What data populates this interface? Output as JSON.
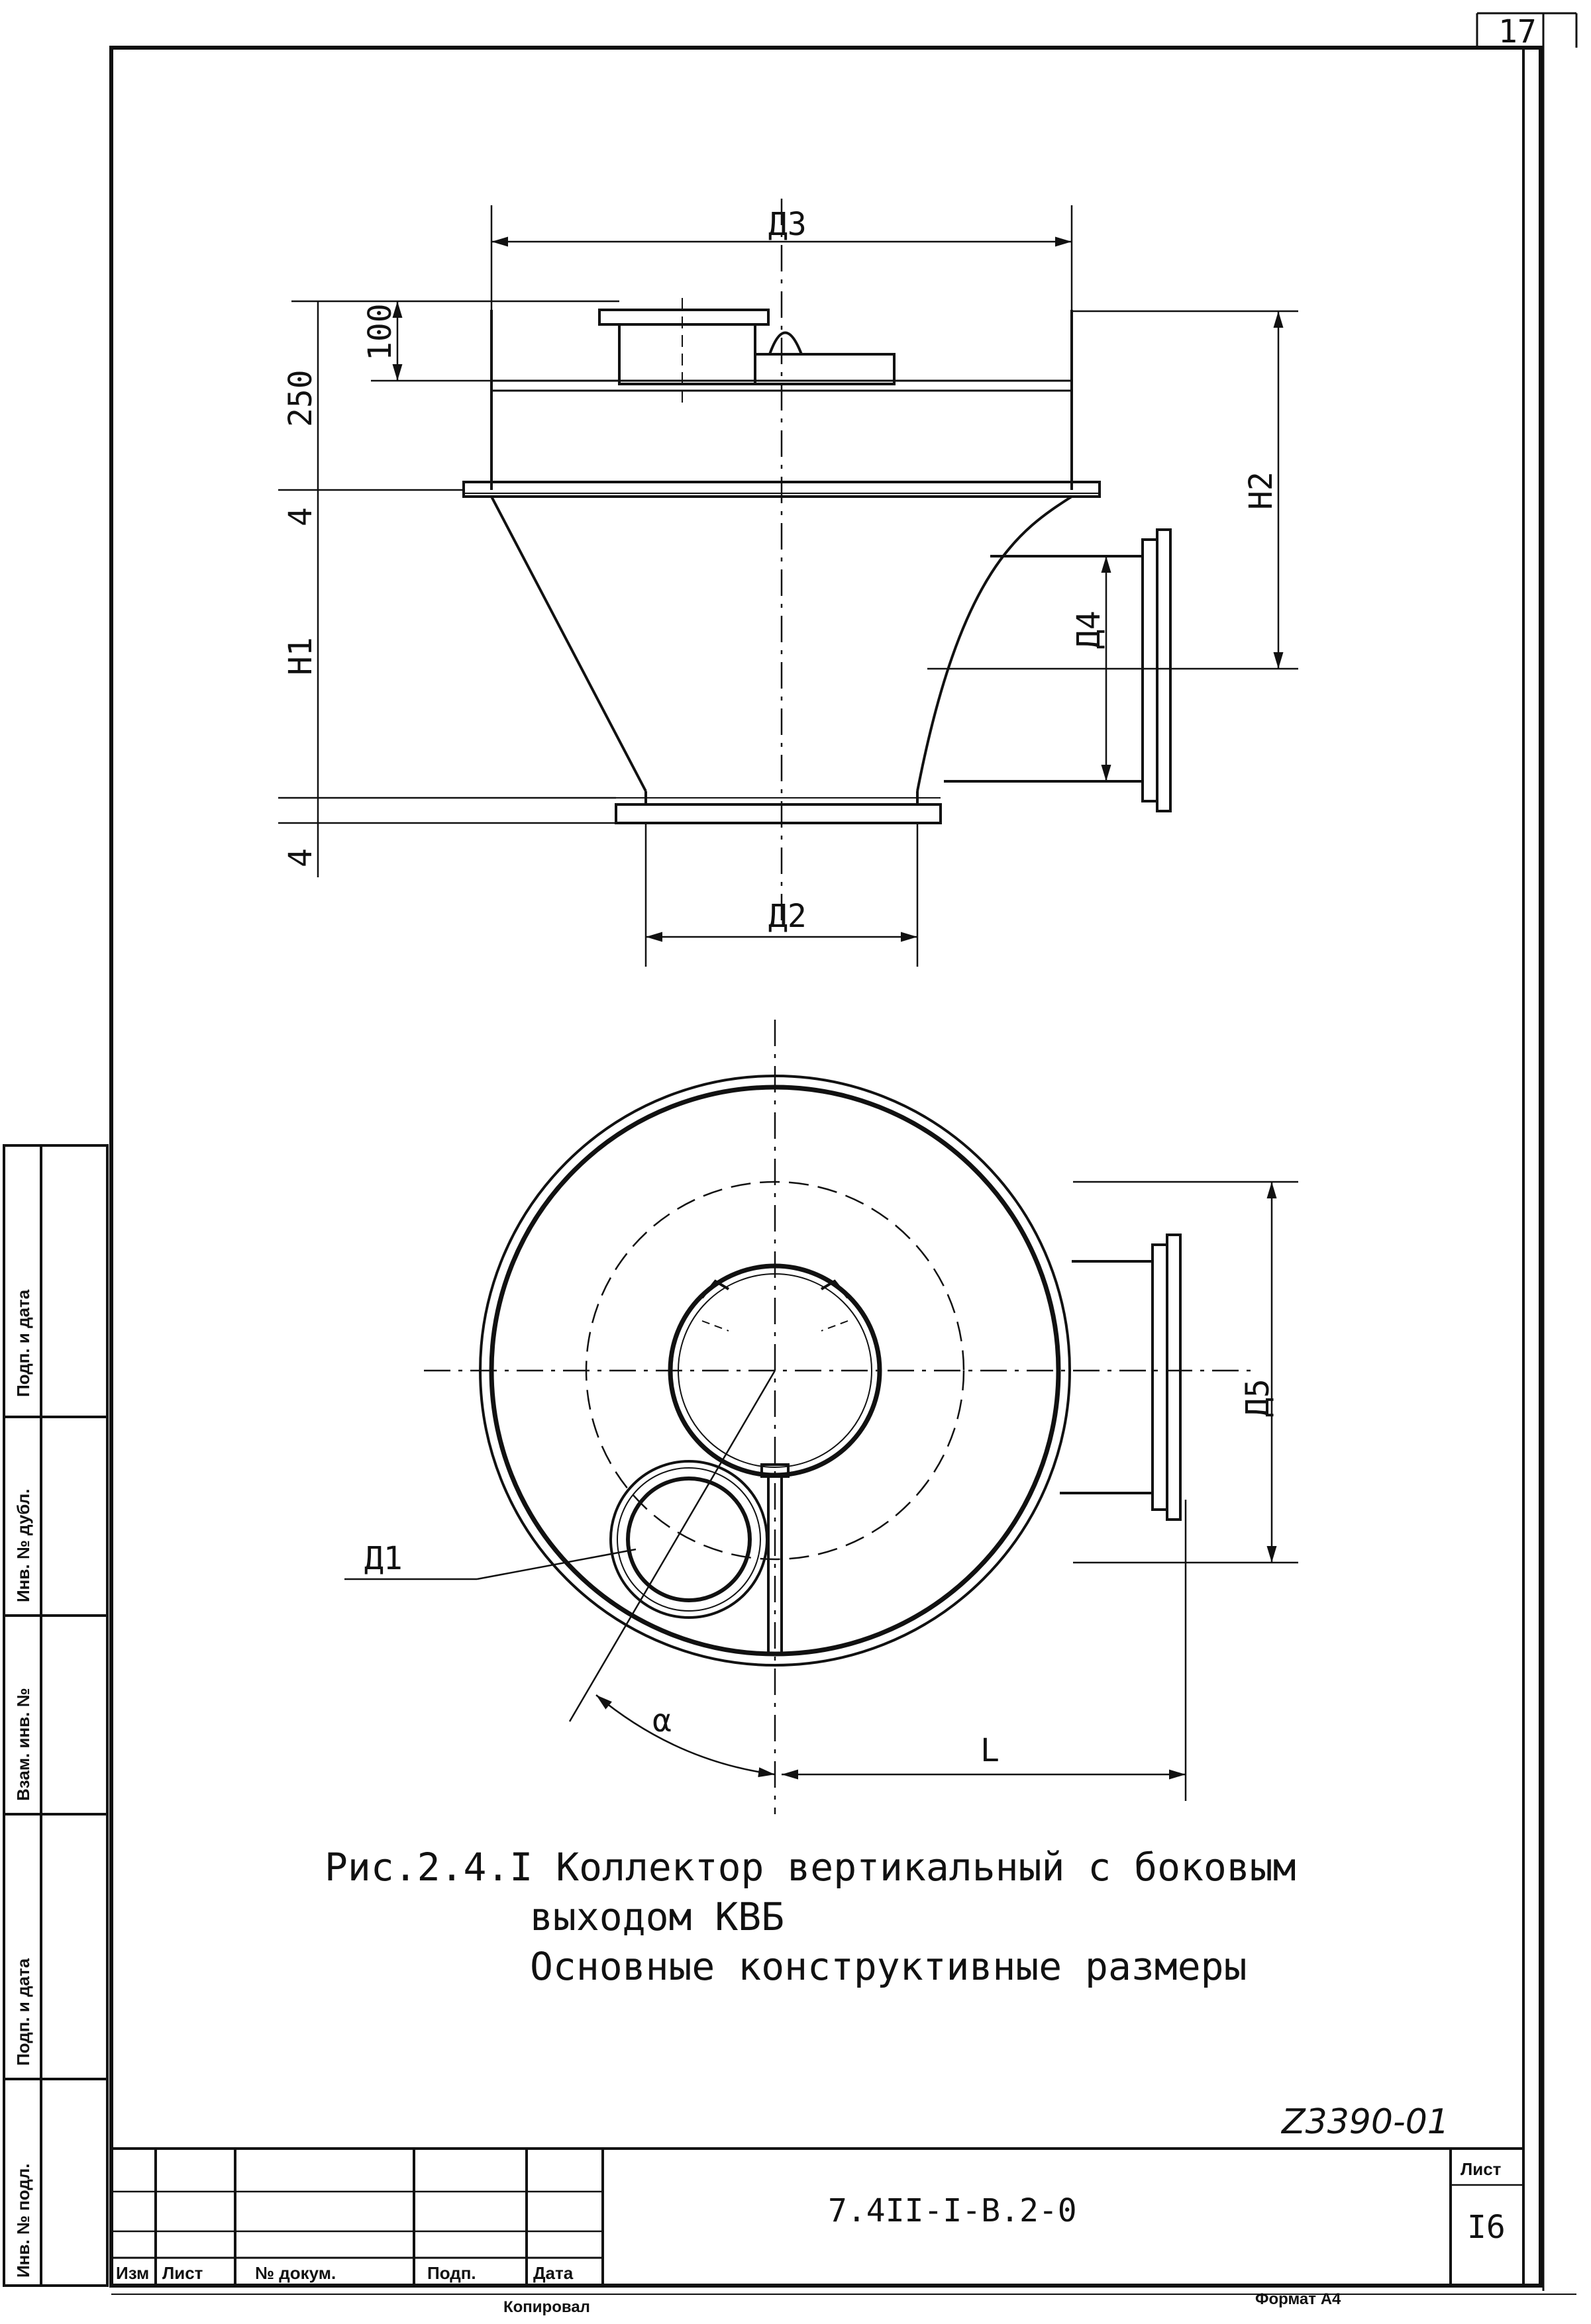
{
  "sheet_number_top": "17",
  "caption": {
    "line1": "Рис.2.4.I Коллектор вертикальный с боковым",
    "line2": "выходом КВБ",
    "line3": "Основные конструктивные размеры"
  },
  "dimensions": {
    "d3": "Д3",
    "d100": "100",
    "d250": "250",
    "d4_top": "4",
    "h1": "H1",
    "d4_bottom": "4",
    "h2": "H2",
    "d4_outlet": "Д4",
    "d2": "Д2",
    "d5": "Д5",
    "d1": "Д1",
    "alpha": "α",
    "l": "L"
  },
  "side_stamp": {
    "f1": "Инв. № подл.",
    "f2": "Подп. и дата",
    "f3": "Взам. инв. №",
    "f4": "Инв. № дубл.",
    "f5": "Подп. и дата"
  },
  "title_block": {
    "col_izm": "Изм",
    "col_list": "Лист",
    "col_doc": "№ докум.",
    "col_podp": "Подп.",
    "col_data": "Дата",
    "designation": "7.4II-I-B.2-0",
    "sheet_label": "Лист",
    "sheet_value": "I6",
    "stamp_number": "Z3390-01",
    "copied": "Копировал",
    "format": "Формат А4"
  }
}
